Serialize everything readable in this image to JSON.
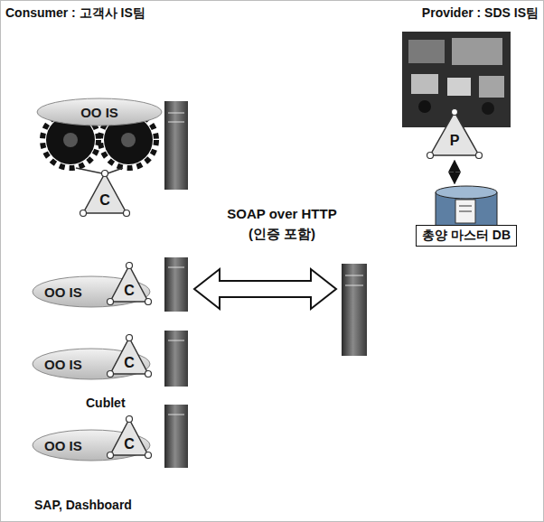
{
  "diagram": {
    "nodes": [
      {
        "text": [
          "OO IS"
        ]
      },
      {
        "text": [
          "C"
        ]
      },
      {
        "text": [
          "OO IS"
        ]
      },
      {
        "text": [
          "C"
        ]
      },
      {
        "text": [
          "OO IS"
        ]
      },
      {
        "text": [
          "C"
        ]
      },
      {
        "text": [
          "OO IS"
        ]
      },
      {
        "text": [
          "C"
        ]
      },
      {
        "text": [
          "P"
        ]
      },
      {
        "text": [
          "총양 마스터 DB"
        ]
      }
    ],
    "edges": [
      {
        "from": 8,
        "to": 9,
        "arrow": "both"
      }
    ],
    "labels": [
      "Consumer : 고객사 IS팀",
      "Provider : SDS IS팀",
      "SOAP over HTTP (인증 포함)",
      "Cublet",
      "SAP, Dashboard"
    ]
  }
}
